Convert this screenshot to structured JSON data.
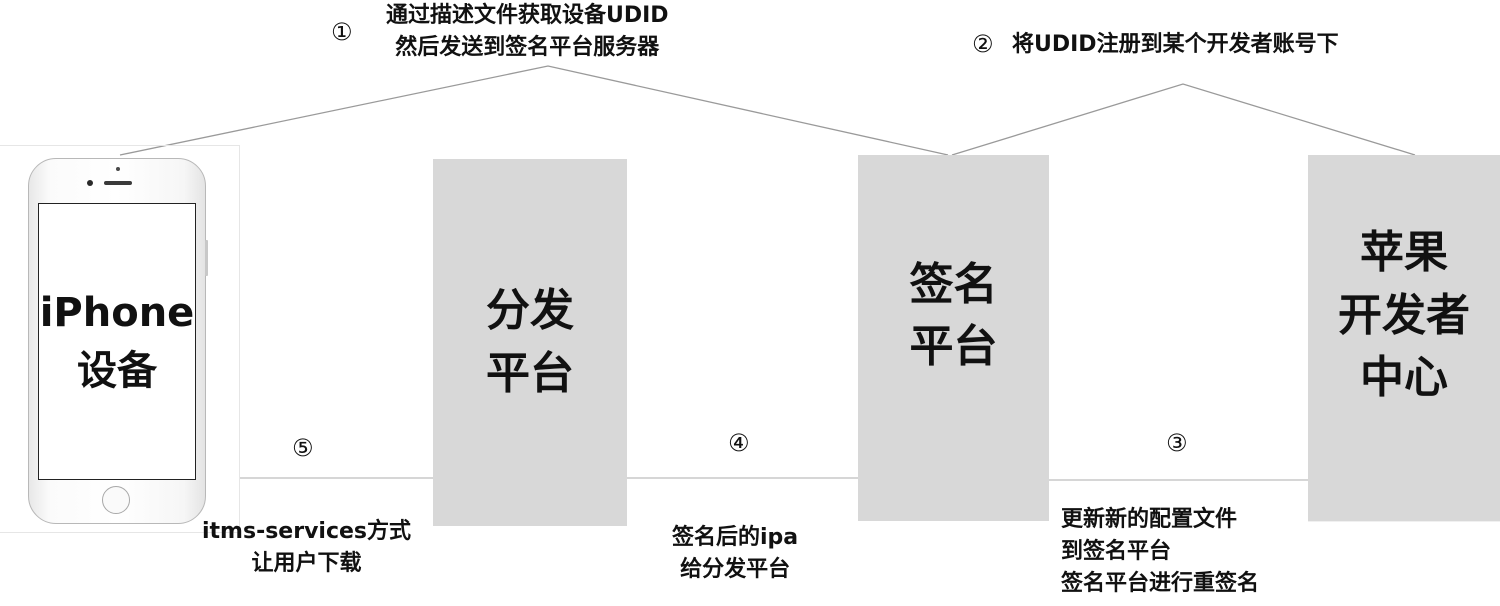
{
  "phone": {
    "label": "iPhone\n设备"
  },
  "boxes": {
    "distribution": "分发\n平台",
    "signing": "签名\n平台",
    "apple": "苹果\n开发者\n中心"
  },
  "steps": {
    "s1": {
      "number": "①",
      "text": "通过描述文件获取设备UDID\n然后发送到签名平台服务器"
    },
    "s2": {
      "number": "②",
      "text": "将UDID注册到某个开发者账号下"
    },
    "s3": {
      "number": "③",
      "text": "更新新的配置文件\n到签名平台\n签名平台进行重签名"
    },
    "s4": {
      "number": "④",
      "text": "签名后的ipa\n给分发平台"
    },
    "s5": {
      "number": "⑤",
      "text": "itms-services方式\n让用户下载"
    }
  },
  "colors": {
    "box_fill": "#d8d8d8",
    "line": "#9a9a9a",
    "text": "#111111"
  }
}
